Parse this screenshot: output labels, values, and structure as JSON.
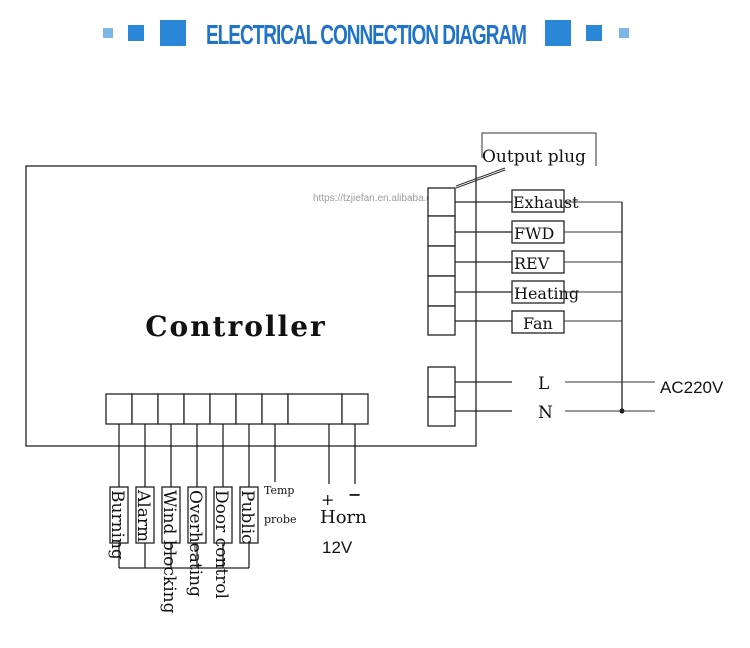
{
  "title": "ELECTRICAL CONNECTION DIAGRAM",
  "watermark": "https://tzjiefan.en.alibaba.com",
  "controller_label": "Controller",
  "output_plug_label": "Output plug",
  "outputs": [
    "Exhaust",
    "FWD",
    "REV",
    "Heating",
    "Fan"
  ],
  "power": {
    "L": "L",
    "N": "N",
    "supply": "AC220V"
  },
  "inputs": [
    "Burning",
    "Alarm",
    "Wind blocking",
    "Overheating",
    "Door control",
    "Public"
  ],
  "temp_probe": {
    "line1": "Temp",
    "line2": "probe"
  },
  "horn": {
    "plus": "+",
    "minus": "−",
    "label": "Horn",
    "voltage": "12V"
  },
  "colors": {
    "title": "#1f73c9",
    "accent": "#2a86d6",
    "accent_light": "#7fb6e8"
  }
}
